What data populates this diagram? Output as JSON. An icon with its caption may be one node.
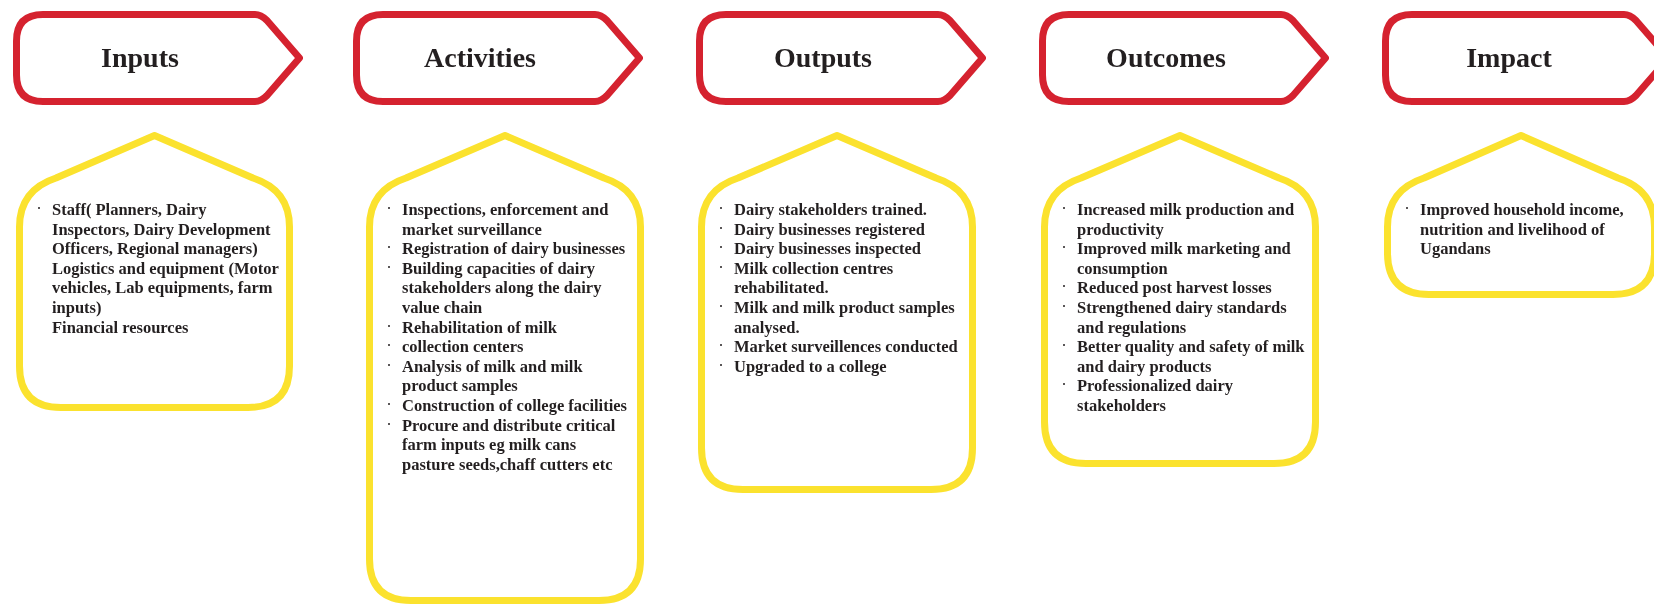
{
  "diagram": {
    "nodes": [
      {
        "text": [
          "Inputs"
        ]
      },
      {
        "text": [
          "Activities"
        ]
      },
      {
        "text": [
          "Outputs"
        ]
      },
      {
        "text": [
          "Outcomes"
        ]
      },
      {
        "text": [
          "Impact"
        ]
      },
      {
        "text": [
          "Staff( Planners, Dairy Inspectors, Dairy Development Officers, Regional managers)",
          "Logistics and equipment (Motor vehicles, Lab equipments, farm inputs)",
          "Financial resources"
        ]
      },
      {
        "text": [
          "Inspections, enforcement and market surveillance",
          "Registration of dairy businesses",
          "Building capacities of dairy stakeholders along the dairy value chain",
          "Rehabilitation of milk",
          "collection centers",
          "Analysis of milk and milk product samples",
          "Construction of college facilities",
          "Procure and distribute critical farm inputs eg milk cans pasture seeds,chaff cutters etc"
        ]
      },
      {
        "text": [
          "Dairy stakeholders trained.",
          "Dairy businesses registered",
          "Dairy businesses inspected",
          "Milk collection centres rehabilitated.",
          "Milk and milk product samples analysed.",
          "Market surveillences conducted",
          "Upgraded to a college"
        ]
      },
      {
        "text": [
          "Increased milk production and productivity",
          "Improved milk marketing and consumption",
          "Reduced post harvest losses",
          "Strengthened dairy standards and regulations",
          "Better quality and safety of milk and dairy products",
          "Professionalized dairy stakeholders"
        ]
      },
      {
        "text": [
          "Improved household income, nutrition and livelihood of Ugandans"
        ]
      }
    ]
  }
}
